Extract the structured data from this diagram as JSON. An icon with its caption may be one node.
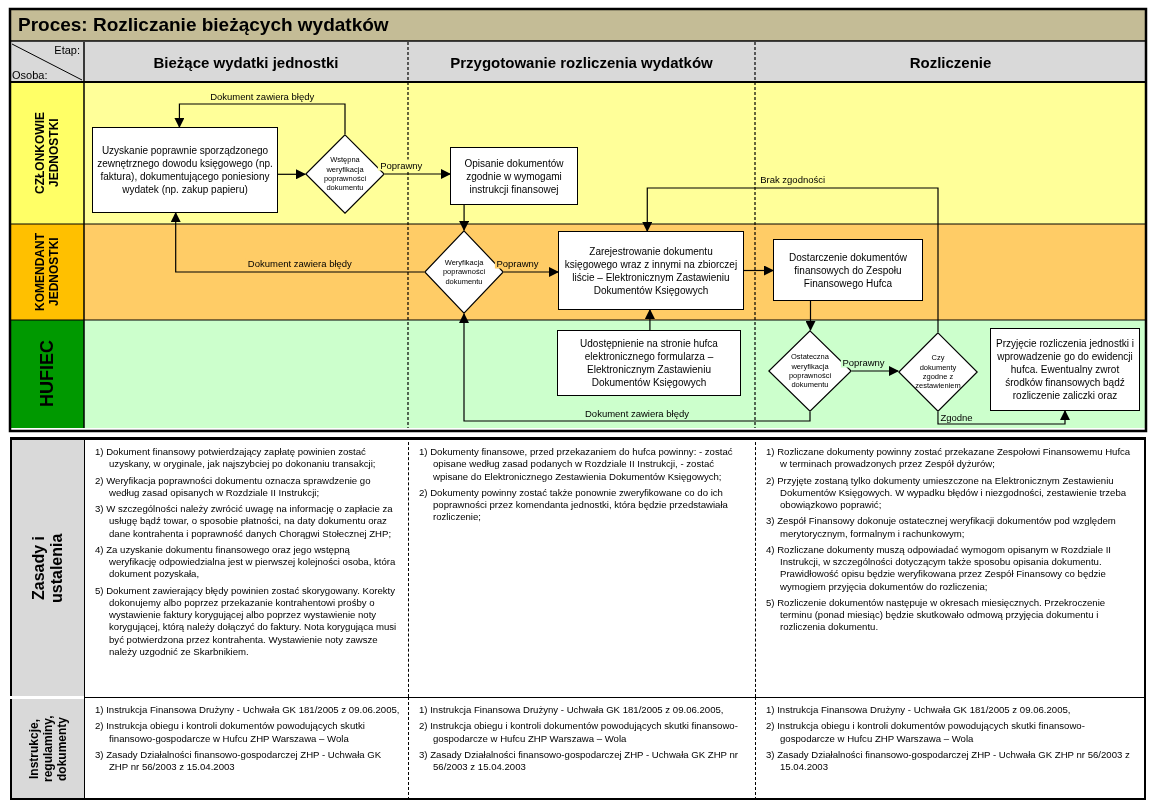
{
  "diagram": {
    "title": "Proces: Rozliczanie bieżących wydatków",
    "nodes": [
      {
        "text": [
          "CZŁONKOWIE JEDNOSTKI"
        ]
      },
      {
        "text": [
          "Uzyskanie poprawnie sporządzonego zewnętrznego dowodu księgowego (np. faktura), dokumentującego poniesiony wydatek (np. zakup papieru)"
        ],
        "in": 0
      },
      {
        "text": [
          "Wstępna weryfikacja poprawności dokumentu"
        ],
        "in": 0
      },
      {
        "text": [
          "Opisanie dokumentów zgodnie w wymogami instrukcji finansowej"
        ],
        "in": 0
      },
      {
        "text": [
          "KOMENDANT JEDNOSTKI"
        ]
      },
      {
        "text": [
          "Weryfikacja poprawności dokumentu"
        ],
        "in": 4
      },
      {
        "text": [
          "Zarejestrowanie dokumentu księgowego wraz z innymi na zbiorczej liście – Elektronicznym Zastawieniu Dokumentów Księgowych"
        ],
        "in": 4
      },
      {
        "text": [
          "Dostarczenie dokumentów finansowych do Zespołu Finansowego Hufca"
        ],
        "in": 4
      },
      {
        "text": [
          "HUFIEC"
        ]
      },
      {
        "text": [
          "Udostępnienie na stronie hufca elektronicznego formularza – Elektronicznym Zastawieniu Dokumentów Księgowych"
        ],
        "in": 8
      },
      {
        "text": [
          "Ostateczna weryfikacja poprawności dokumentu"
        ],
        "in": 8
      },
      {
        "text": [
          "Czy dokumenty zgodne z zestawieniem"
        ],
        "in": 8
      },
      {
        "text": [
          "Przyjęcie rozliczenia jednostki i wprowadzenie go do ewidencji hufca. Ewentualny zwrot środków finansowych bądź rozliczenie zaliczki oraz"
        ],
        "in": 8
      }
    ],
    "edges": [
      {
        "from": 1,
        "to": 2,
        "arrow": "to"
      },
      {
        "from": 2,
        "to": 1,
        "arrow": "to",
        "label": "Dokument zawiera błędy"
      },
      {
        "from": 2,
        "to": 3,
        "arrow": "to",
        "label": "Poprawny"
      },
      {
        "from": 3,
        "to": 5,
        "arrow": "to"
      },
      {
        "from": 5,
        "to": 1,
        "arrow": "to",
        "label": "Dokument zawiera błędy"
      },
      {
        "from": 5,
        "to": 6,
        "arrow": "to",
        "label": "Poprawny"
      },
      {
        "from": 11,
        "to": 6,
        "arrow": "to",
        "label": "Brak zgodności"
      },
      {
        "from": 9,
        "to": 6,
        "arrow": "to"
      },
      {
        "from": 6,
        "to": 7,
        "arrow": "to"
      },
      {
        "from": 7,
        "to": 10,
        "arrow": "to"
      },
      {
        "from": 10,
        "to": 11,
        "arrow": "to",
        "label": "Poprawny"
      },
      {
        "from": 10,
        "to": 5,
        "arrow": "to",
        "label": "Dokument zawiera błędy"
      },
      {
        "from": 11,
        "to": 12,
        "arrow": "to",
        "label": "Zgodne"
      }
    ],
    "labels": [
      "Etap:",
      "Osoba:",
      "Bieżące wydatki jednostki",
      "Przygotowanie rozliczenia wydatków",
      "Rozliczenie",
      "Zasady i ustalenia",
      "1) Dokument finansowy potwierdzający zapłatę powinien zostać uzyskany, w oryginale, jak najszybciej po dokonaniu transakcji;",
      "2) Weryfikacja poprawności dokumentu oznacza sprawdzenie go według zasad opisanych w Rozdziale II Instrukcji;",
      "3) W szczególności należy zwrócić uwagę na informację o zapłacie za usługę bądź towar, o sposobie płatności, na daty dokumentu oraz dane kontrahenta i poprawność danych Chorągwi Stołecznej ZHP;",
      "4) Za uzyskanie dokumentu finansowego oraz jego wstępną weryfikację odpowiedzialna jest w pierwszej kolejności osoba, która dokument pozyskała,",
      "5) Dokument zawierający błędy powinien zostać skorygowany. Korekty dokonujemy albo poprzez przekazanie kontrahentowi prośby o wystawienie faktury korygującej albo poprzez wystawienie noty korygującej, którą należy dołączyć do faktury. Nota korygująca musi być potwierdzona przez kontrahenta. Wystawienie noty zawsze należy uzgodnić ze Skarbnikiem.",
      "1) Dokumenty finansowe, przed przekazaniem do hufca powinny: - zostać opisane według zasad podanych w Rozdziale II Instrukcji, - zostać wpisane do Elektronicznego Zestawienia Dokumentów Księgowych;",
      "2) Dokumenty powinny zostać także ponownie zweryfikowane co do ich poprawności przez komendanta jednostki, która będzie przedstawiała rozliczenie;",
      "1) Rozliczane dokumenty powinny zostać przekazane Zespołowi Finansowemu Hufca w terminach prowadzonych przez Zespół dyżurów;",
      "2) Przyjęte zostaną tylko dokumenty umieszczone na Elektronicznym Zestawieniu Dokumentów Księgowych. W wypadku błędów i niezgodności, zestawienie trzeba obowiązkowo poprawić;",
      "3) Zespół Finansowy dokonuje ostatecznej weryfikacji dokumentów pod względem merytorycznym, formalnym i rachunkowym;",
      "4) Rozliczane dokumenty muszą odpowiadać wymogom opisanym w Rozdziale II Instrukcji, w szczególności dotyczącym także sposobu opisania dokumentu. Prawidłowość opisu będzie weryfikowana przez Zespół Finansowy co będzie wymogiem przyjęcia dokumentów do rozliczenia;",
      "5) Rozliczenie dokumentów następuje w okresach miesięcznych. Przekroczenie terminu (ponad miesiąc) będzie skutkowało odmową przyjęcia dokumentu i rozliczenia dokumentu.",
      "Instrukcje, regulaminy, dokumenty",
      "1) Instrukcja Finansowa Drużyny - Uchwała GK 181/2005 z 09.06.2005,",
      "2) Instrukcja obiegu i kontroli dokumentów powodujących skutki finansowo-gospodarcze w Hufcu ZHP Warszawa – Wola",
      "3) Zasady Działalności finansowo-gospodarczej ZHP - Uchwała GK ZHP nr 56/2003 z 15.04.2003",
      "1) Instrukcja Finansowa Drużyny - Uchwała GK 181/2005 z 09.06.2005,",
      "2) Instrukcja obiegu i kontroli dokumentów powodujących skutki finansowo-gospodarcze w Hufcu ZHP Warszawa – Wola",
      "3) Zasady Działalności finansowo-gospodarczej ZHP - Uchwała GK ZHP nr 56/2003 z 15.04.2003",
      "1) Instrukcja Finansowa Drużyny - Uchwała GK 181/2005 z 09.06.2005,",
      "2) Instrukcja obiegu i kontroli dokumentów powodujących skutki finansowo-gospodarcze w Hufcu ZHP Warszawa – Wola",
      "3) Zasady Działalności finansowo-gospodarczej ZHP - Uchwała GK ZHP nr 56/2003 z 15.04.2003"
    ]
  }
}
